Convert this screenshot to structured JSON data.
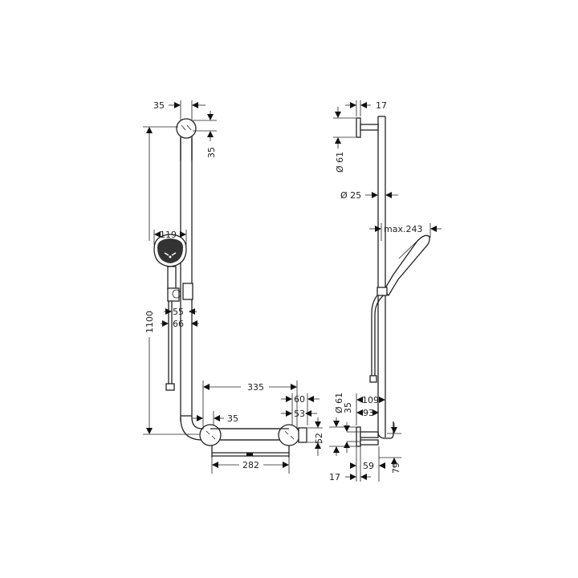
{
  "diagram": {
    "type": "technical-dimension-drawing",
    "subject": "shower rail set with grab bar and hand shower",
    "units": "mm",
    "front_view": {
      "dimensions": {
        "top_bracket_width": "35",
        "top_bracket_offset": "35",
        "overall_height": "1100",
        "shower_head_diameter": "119",
        "holder_offset_1": "55",
        "holder_offset_2": "66",
        "grab_bar_length": "335",
        "bend_offset": "35",
        "shelf_length": "282",
        "end_cap_depth_1": "60",
        "end_cap_depth_2": "53",
        "end_cap_height": "52"
      }
    },
    "side_view": {
      "dimensions": {
        "top_bracket_depth": "17",
        "top_rosette_diameter": "Ø 61",
        "rail_diameter": "Ø 25",
        "max_shower_reach": "max.243",
        "bottom_rosette_diameter": "Ø 61",
        "bottom_offset": "35",
        "projection_1": "109",
        "projection_2": "93",
        "bottom_height": "79",
        "bottom_depth": "59",
        "bottom_bracket_depth": "17"
      }
    }
  }
}
